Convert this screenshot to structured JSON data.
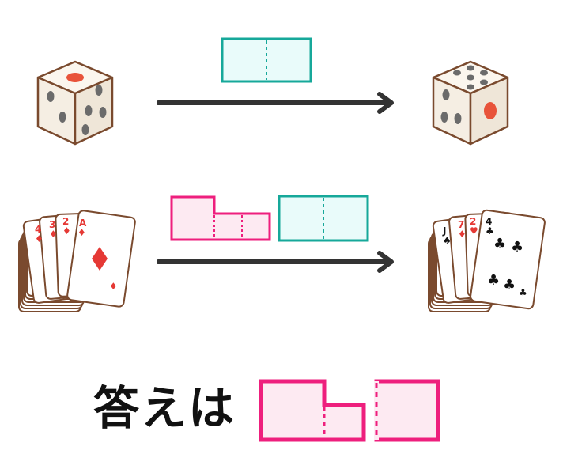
{
  "answer_label": "答えは",
  "colors": {
    "teal": "#16a89a",
    "teal_fill": "#e9fbfa",
    "pink": "#ee1f7d",
    "pink_fill": "#fdeaf2",
    "arrow": "#333333",
    "die_outline": "#7a4a2e",
    "die_pip": "#6b6b6b",
    "die_red_pip": "#e8533a",
    "card_red": "#e53935",
    "card_black": "#111111"
  },
  "cards_left": [
    "4",
    "3",
    "2",
    "A"
  ],
  "cards_right": [
    "J",
    "7",
    "2",
    "4"
  ],
  "icons": [
    "die-one-icon",
    "die-six-icon",
    "diamond-cards-icon",
    "club-cards-icon",
    "arrow-icon"
  ]
}
